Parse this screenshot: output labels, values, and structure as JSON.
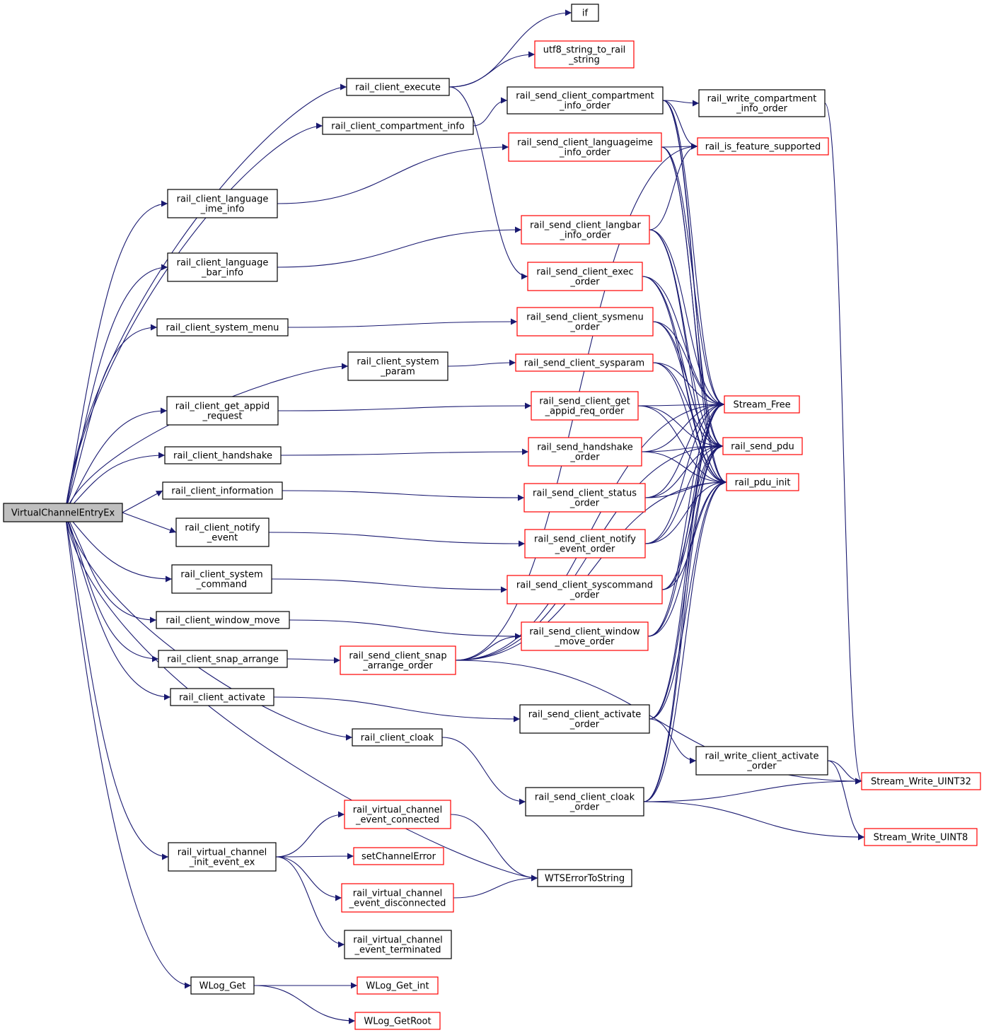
{
  "colors": {
    "edge": "#191970",
    "defined_border": "#000000",
    "undocumented_border": "#ff0000",
    "root_fill": "#bfbfbf"
  },
  "nodes": [
    {
      "id": "root",
      "lines": [
        "VirtualChannelEntryEx"
      ],
      "kind": "root"
    },
    {
      "id": "if",
      "lines": [
        "if"
      ],
      "kind": "black"
    },
    {
      "id": "utf8",
      "lines": [
        "utf8_string_to_rail",
        "_string"
      ],
      "kind": "red"
    },
    {
      "id": "exec",
      "lines": [
        "rail_client_execute"
      ],
      "kind": "black"
    },
    {
      "id": "compinfo",
      "lines": [
        "rail_client_compartment_info"
      ],
      "kind": "black"
    },
    {
      "id": "sendcomp",
      "lines": [
        "rail_send_client_compartment",
        "_info_order"
      ],
      "kind": "black"
    },
    {
      "id": "writecomp",
      "lines": [
        "rail_write_compartment",
        "_info_order"
      ],
      "kind": "black"
    },
    {
      "id": "feature",
      "lines": [
        "rail_is_feature_supported"
      ],
      "kind": "red"
    },
    {
      "id": "sendlangime",
      "lines": [
        "rail_send_client_languageime",
        "_info_order"
      ],
      "kind": "red"
    },
    {
      "id": "langime",
      "lines": [
        "rail_client_language",
        "_ime_info"
      ],
      "kind": "black"
    },
    {
      "id": "sendlangbar",
      "lines": [
        "rail_send_client_langbar",
        "_info_order"
      ],
      "kind": "red"
    },
    {
      "id": "langbar",
      "lines": [
        "rail_client_language",
        "_bar_info"
      ],
      "kind": "black"
    },
    {
      "id": "sendexec",
      "lines": [
        "rail_send_client_exec",
        "_order"
      ],
      "kind": "red"
    },
    {
      "id": "sysmenu",
      "lines": [
        "rail_client_system_menu"
      ],
      "kind": "black"
    },
    {
      "id": "sendsysmenu",
      "lines": [
        "rail_send_client_sysmenu",
        "_order"
      ],
      "kind": "red"
    },
    {
      "id": "sysparam",
      "lines": [
        "rail_client_system",
        "_param"
      ],
      "kind": "black"
    },
    {
      "id": "sendsysparam",
      "lines": [
        "rail_send_client_sysparam"
      ],
      "kind": "red"
    },
    {
      "id": "streamfree",
      "lines": [
        "Stream_Free"
      ],
      "kind": "red"
    },
    {
      "id": "appid",
      "lines": [
        "rail_client_get_appid",
        "_request"
      ],
      "kind": "black"
    },
    {
      "id": "sendappid",
      "lines": [
        "rail_send_client_get",
        "_appid_req_order"
      ],
      "kind": "red"
    },
    {
      "id": "handshake",
      "lines": [
        "rail_client_handshake"
      ],
      "kind": "black"
    },
    {
      "id": "sendhandshake",
      "lines": [
        "rail_send_handshake",
        "_order"
      ],
      "kind": "red"
    },
    {
      "id": "sendpdu",
      "lines": [
        "rail_send_pdu"
      ],
      "kind": "red"
    },
    {
      "id": "information",
      "lines": [
        "rail_client_information"
      ],
      "kind": "black"
    },
    {
      "id": "sendstatus",
      "lines": [
        "rail_send_client_status",
        "_order"
      ],
      "kind": "red"
    },
    {
      "id": "pduinit",
      "lines": [
        "rail_pdu_init"
      ],
      "kind": "red"
    },
    {
      "id": "notify",
      "lines": [
        "rail_client_notify",
        "_event"
      ],
      "kind": "black"
    },
    {
      "id": "sendnotify",
      "lines": [
        "rail_send_client_notify",
        "_event_order"
      ],
      "kind": "red"
    },
    {
      "id": "syscommand",
      "lines": [
        "rail_client_system",
        "_command"
      ],
      "kind": "black"
    },
    {
      "id": "sendsyscommand",
      "lines": [
        "rail_send_client_syscommand",
        "_order"
      ],
      "kind": "red"
    },
    {
      "id": "windowmove",
      "lines": [
        "rail_client_window_move"
      ],
      "kind": "black"
    },
    {
      "id": "sendwindowmove",
      "lines": [
        "rail_send_client_window",
        "_move_order"
      ],
      "kind": "red"
    },
    {
      "id": "snap",
      "lines": [
        "rail_client_snap_arrange"
      ],
      "kind": "black"
    },
    {
      "id": "sendsnap",
      "lines": [
        "rail_send_client_snap",
        "_arrange_order"
      ],
      "kind": "red"
    },
    {
      "id": "activate",
      "lines": [
        "rail_client_activate"
      ],
      "kind": "black"
    },
    {
      "id": "sendactivate",
      "lines": [
        "rail_send_client_activate",
        "_order"
      ],
      "kind": "black"
    },
    {
      "id": "cloak",
      "lines": [
        "rail_client_cloak"
      ],
      "kind": "black"
    },
    {
      "id": "writeactivate",
      "lines": [
        "rail_write_client_activate",
        "_order"
      ],
      "kind": "black"
    },
    {
      "id": "uint32",
      "lines": [
        "Stream_Write_UINT32"
      ],
      "kind": "red"
    },
    {
      "id": "sendcloak",
      "lines": [
        "rail_send_client_cloak",
        "_order"
      ],
      "kind": "black"
    },
    {
      "id": "vcconnected",
      "lines": [
        "rail_virtual_channel",
        "_event_connected"
      ],
      "kind": "red"
    },
    {
      "id": "uint8",
      "lines": [
        "Stream_Write_UINT8"
      ],
      "kind": "red"
    },
    {
      "id": "vcinit",
      "lines": [
        "rail_virtual_channel",
        "_init_event_ex"
      ],
      "kind": "black"
    },
    {
      "id": "setchannelerror",
      "lines": [
        "setChannelError"
      ],
      "kind": "red"
    },
    {
      "id": "wtserror",
      "lines": [
        "WTSErrorToString"
      ],
      "kind": "black"
    },
    {
      "id": "vcdisconnected",
      "lines": [
        "rail_virtual_channel",
        "_event_disconnected"
      ],
      "kind": "red"
    },
    {
      "id": "vcterminated",
      "lines": [
        "rail_virtual_channel",
        "_event_terminated"
      ],
      "kind": "black"
    },
    {
      "id": "wlogget",
      "lines": [
        "WLog_Get"
      ],
      "kind": "black"
    },
    {
      "id": "wloggetint",
      "lines": [
        "WLog_Get_int"
      ],
      "kind": "red"
    },
    {
      "id": "wloggetroot",
      "lines": [
        "WLog_GetRoot"
      ],
      "kind": "red"
    }
  ],
  "edges": [
    [
      "root",
      "exec"
    ],
    [
      "root",
      "compinfo"
    ],
    [
      "root",
      "langime"
    ],
    [
      "root",
      "langbar"
    ],
    [
      "root",
      "sysmenu"
    ],
    [
      "root",
      "sysparam"
    ],
    [
      "root",
      "appid"
    ],
    [
      "root",
      "handshake"
    ],
    [
      "root",
      "information"
    ],
    [
      "root",
      "notify"
    ],
    [
      "root",
      "syscommand"
    ],
    [
      "root",
      "windowmove"
    ],
    [
      "root",
      "snap"
    ],
    [
      "root",
      "activate"
    ],
    [
      "root",
      "cloak"
    ],
    [
      "root",
      "wtserror"
    ],
    [
      "root",
      "vcinit"
    ],
    [
      "root",
      "wlogget"
    ],
    [
      "exec",
      "if"
    ],
    [
      "exec",
      "utf8"
    ],
    [
      "exec",
      "sendexec"
    ],
    [
      "compinfo",
      "sendcomp"
    ],
    [
      "sendcomp",
      "writecomp"
    ],
    [
      "sendcomp",
      "feature"
    ],
    [
      "sendcomp",
      "streamfree"
    ],
    [
      "sendcomp",
      "sendpdu"
    ],
    [
      "sendcomp",
      "pduinit"
    ],
    [
      "writecomp",
      "uint32"
    ],
    [
      "langime",
      "sendlangime"
    ],
    [
      "sendlangime",
      "feature"
    ],
    [
      "sendlangime",
      "streamfree"
    ],
    [
      "sendlangime",
      "sendpdu"
    ],
    [
      "sendlangime",
      "pduinit"
    ],
    [
      "langbar",
      "sendlangbar"
    ],
    [
      "sendlangbar",
      "feature"
    ],
    [
      "sendlangbar",
      "streamfree"
    ],
    [
      "sendlangbar",
      "sendpdu"
    ],
    [
      "sendlangbar",
      "pduinit"
    ],
    [
      "sendexec",
      "streamfree"
    ],
    [
      "sendexec",
      "sendpdu"
    ],
    [
      "sendexec",
      "pduinit"
    ],
    [
      "sysmenu",
      "sendsysmenu"
    ],
    [
      "sendsysmenu",
      "streamfree"
    ],
    [
      "sendsysmenu",
      "sendpdu"
    ],
    [
      "sendsysmenu",
      "pduinit"
    ],
    [
      "sysparam",
      "sendsysparam"
    ],
    [
      "sendsysparam",
      "streamfree"
    ],
    [
      "sendsysparam",
      "sendpdu"
    ],
    [
      "sendsysparam",
      "pduinit"
    ],
    [
      "appid",
      "sendappid"
    ],
    [
      "sendappid",
      "streamfree"
    ],
    [
      "sendappid",
      "sendpdu"
    ],
    [
      "sendappid",
      "pduinit"
    ],
    [
      "handshake",
      "sendhandshake"
    ],
    [
      "sendhandshake",
      "streamfree"
    ],
    [
      "sendhandshake",
      "sendpdu"
    ],
    [
      "sendhandshake",
      "pduinit"
    ],
    [
      "information",
      "sendstatus"
    ],
    [
      "sendstatus",
      "streamfree"
    ],
    [
      "sendstatus",
      "sendpdu"
    ],
    [
      "sendstatus",
      "pduinit"
    ],
    [
      "notify",
      "sendnotify"
    ],
    [
      "sendnotify",
      "streamfree"
    ],
    [
      "sendnotify",
      "sendpdu"
    ],
    [
      "sendnotify",
      "pduinit"
    ],
    [
      "syscommand",
      "sendsyscommand"
    ],
    [
      "sendsyscommand",
      "streamfree"
    ],
    [
      "sendsyscommand",
      "sendpdu"
    ],
    [
      "sendsyscommand",
      "pduinit"
    ],
    [
      "windowmove",
      "sendwindowmove"
    ],
    [
      "sendwindowmove",
      "streamfree"
    ],
    [
      "sendwindowmove",
      "sendpdu"
    ],
    [
      "sendwindowmove",
      "pduinit"
    ],
    [
      "snap",
      "sendsnap"
    ],
    [
      "sendsnap",
      "sendwindowmove"
    ],
    [
      "sendsnap",
      "feature"
    ],
    [
      "sendsnap",
      "streamfree"
    ],
    [
      "sendsnap",
      "sendpdu"
    ],
    [
      "sendsnap",
      "pduinit"
    ],
    [
      "sendsnap",
      "uint32"
    ],
    [
      "activate",
      "sendactivate"
    ],
    [
      "sendactivate",
      "writeactivate"
    ],
    [
      "sendactivate",
      "streamfree"
    ],
    [
      "sendactivate",
      "sendpdu"
    ],
    [
      "sendactivate",
      "pduinit"
    ],
    [
      "writeactivate",
      "uint32"
    ],
    [
      "writeactivate",
      "uint8"
    ],
    [
      "cloak",
      "sendcloak"
    ],
    [
      "sendcloak",
      "uint32"
    ],
    [
      "sendcloak",
      "uint8"
    ],
    [
      "sendcloak",
      "streamfree"
    ],
    [
      "sendcloak",
      "sendpdu"
    ],
    [
      "sendcloak",
      "pduinit"
    ],
    [
      "vcinit",
      "vcconnected"
    ],
    [
      "vcinit",
      "setchannelerror"
    ],
    [
      "vcinit",
      "vcdisconnected"
    ],
    [
      "vcinit",
      "vcterminated"
    ],
    [
      "vcconnected",
      "wtserror"
    ],
    [
      "vcdisconnected",
      "wtserror"
    ],
    [
      "wlogget",
      "wloggetint"
    ],
    [
      "wlogget",
      "wloggetroot"
    ]
  ]
}
